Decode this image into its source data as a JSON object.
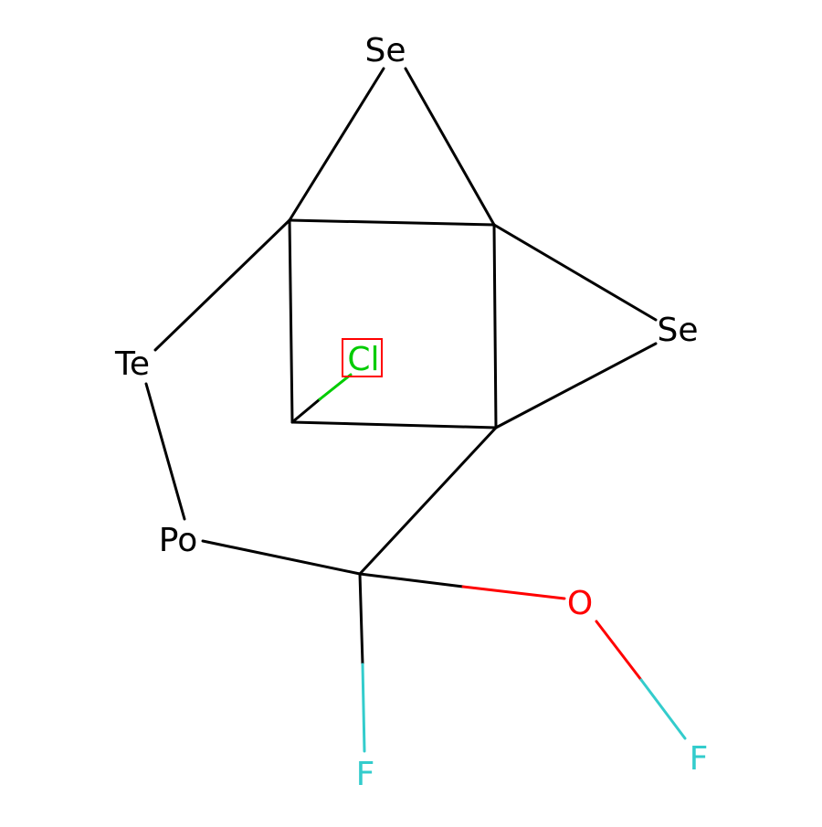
{
  "molecule": {
    "atoms": [
      {
        "id": "se_top",
        "label": "Se",
        "color": "#000000"
      },
      {
        "id": "se_right",
        "label": "Se",
        "color": "#000000"
      },
      {
        "id": "te",
        "label": "Te",
        "color": "#000000"
      },
      {
        "id": "po",
        "label": "Po",
        "color": "#000000"
      },
      {
        "id": "cl",
        "label": "Cl",
        "color": "#00CC00",
        "highlighted": true
      },
      {
        "id": "o",
        "label": "O",
        "color": "#FF0000"
      },
      {
        "id": "f_bottom",
        "label": "F",
        "color": "#33CCCC"
      },
      {
        "id": "f_right",
        "label": "F",
        "color": "#33CCCC"
      }
    ],
    "highlight_color": "#FF0000"
  }
}
